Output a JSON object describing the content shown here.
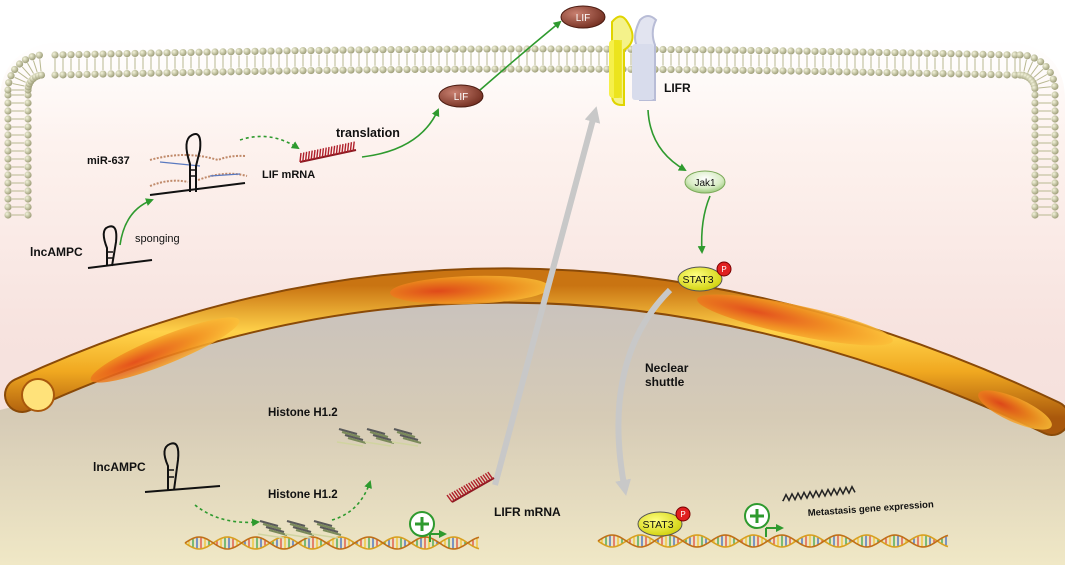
{
  "labels": {
    "lif_top": "LIF",
    "lif_mid": "LIF",
    "lifr": "LIFR",
    "translation": "translation",
    "mir637": "miR-637",
    "lif_mrna": "LIF mRNA",
    "lncampc_cyto": "lncAMPC",
    "sponging": "sponging",
    "jak1": "Jak1",
    "stat3_cyto": "STAT3",
    "phospho_cyto": "P",
    "nuclear_shuttle_1": "Neclear",
    "nuclear_shuttle_2": "shuttle",
    "histone_top": "Histone H1.2",
    "histone_bottom": "Histone H1.2",
    "lncampc_nuc": "lncAMPC",
    "lifr_mrna": "LIFR mRNA",
    "stat3_nuc": "STAT3",
    "phospho_nuc": "P",
    "metastasis": "Metastasis gene expression"
  },
  "colors": {
    "arrow_green": "#2e9a2e",
    "lif_brown": "#8c3a2a",
    "mrna_red": "#b01f2a",
    "stat3_yellow": "#e3e000",
    "phospho_red": "#e02020",
    "nucleus_envelope": "#f0a020",
    "grey_arrow": "#c8c8c8"
  },
  "icons": [
    "plus-circle-icon",
    "rna-hairpin-icon",
    "dna-helix-icon",
    "membrane-bilayer-icon"
  ]
}
